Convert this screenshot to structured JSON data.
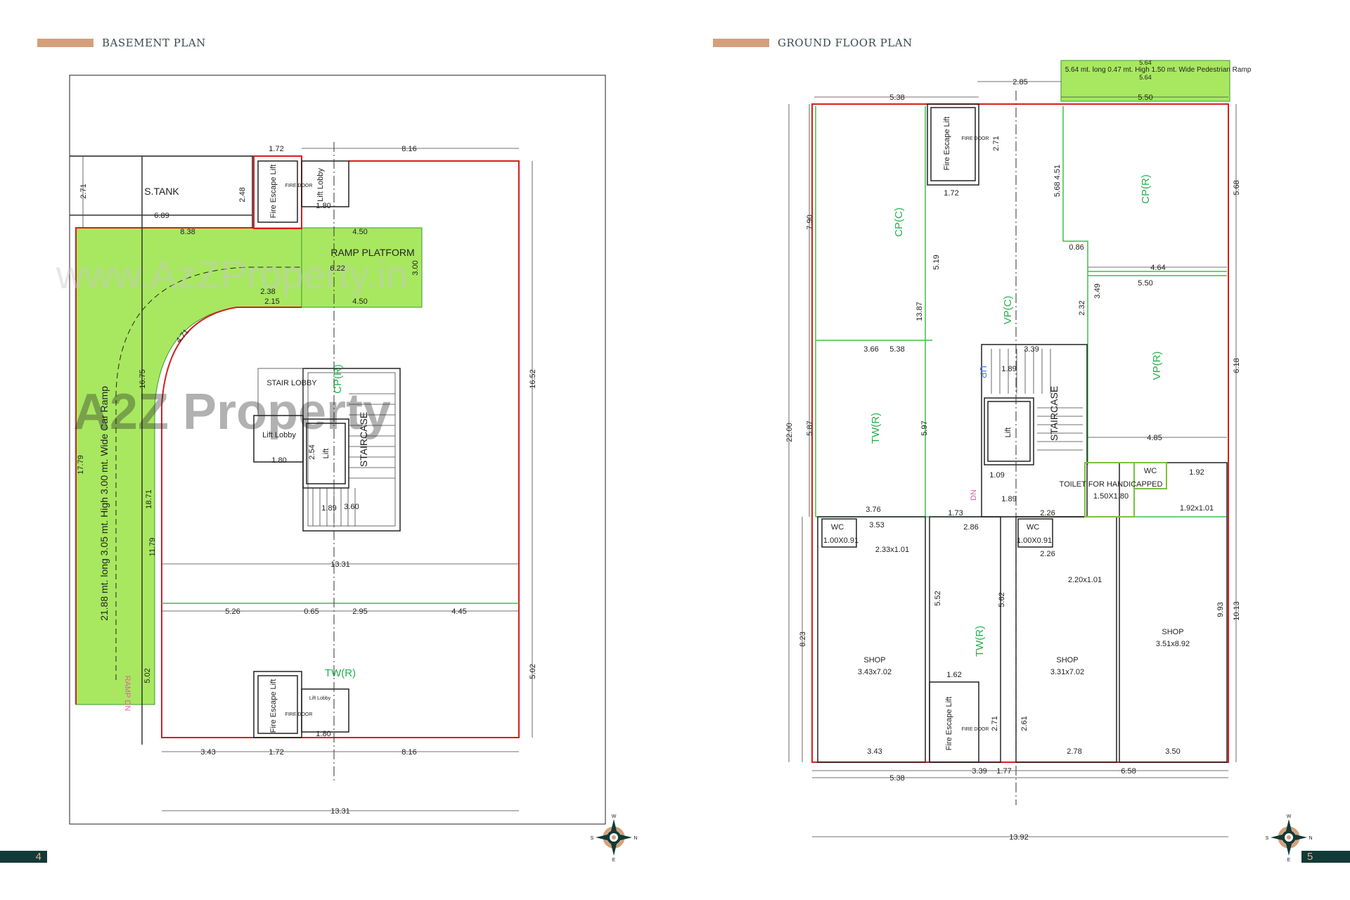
{
  "pages": {
    "left": {
      "title": "BASEMENT PLAN",
      "page_number": "4"
    },
    "right": {
      "title": "GROUND FLOOR PLAN",
      "page_number": "5"
    }
  },
  "colors": {
    "accent_bar": "#d4a07a",
    "page_tab": "#123a36",
    "wall": "#d42020",
    "green_area": "#a8e860",
    "green_label": "#22b14c"
  },
  "compass": {
    "top": "W",
    "left": "S",
    "right": "N",
    "bottom": "E"
  },
  "watermark": {
    "url": "www.AzZProperty.in",
    "brand": "A2Z Property"
  },
  "basement": {
    "labels": [
      "S.TANK",
      "2.71",
      "6.89",
      "1.72",
      "8.16",
      "2.48",
      "Fire Escape Lift",
      "Lift Lobby",
      "1.80",
      "8.38",
      "4.50",
      "RAMP PLATFORM",
      "6.22",
      "3.00",
      "2.38",
      "2.15",
      "4.50",
      "4.71",
      "STAIR LOBBY",
      "CP(R)",
      "Lift Lobby",
      "1.80",
      "Lift",
      "STAIRCASE",
      "2.54",
      "3.60",
      "1.89",
      "16.52",
      "16.75",
      "17.79",
      "21.88 mt. long 3.05 mt. High 3.00 mt. Wide Car Ramp",
      "18.71",
      "11.79",
      "13.31",
      "5.26",
      "0.65",
      "2.95",
      "4.45",
      "TW(R)",
      "5.02",
      "5.02",
      "RAMP DN",
      "Fire Escape Lift",
      "Lift Lobby",
      "1.80",
      "3.43",
      "1.72",
      "8.16",
      "13.31",
      "FIRE DOOR",
      "FIRE DOOR"
    ]
  },
  "ground": {
    "labels": [
      "2.85",
      "5.38",
      "5.50",
      "Fire Escape Lift",
      "FIRE DOOR",
      "2.71",
      "1.72",
      "5.68 4.51",
      "CP(R)",
      "5.68",
      "7.90",
      "CP(C)",
      "0.86",
      "4.64",
      "5.50",
      "5.19",
      "VP(C)",
      "13.87",
      "2.32",
      "3.49",
      "3.66",
      "5.38",
      "3.39",
      "VP(R)",
      "6.18",
      "UP",
      "1.89",
      "22.00",
      "5.87",
      "TW(R)",
      "5.97",
      "Lift",
      "STAIRCASE",
      "4.85",
      "TOILET FOR HANDICAPPED",
      "1.50X1.80",
      "WC",
      "1.92",
      "1.92x1.01",
      "1.09",
      "1.89",
      "DN",
      "3.76",
      "1.73",
      "2.86",
      "2.26",
      "WC",
      "1.00X0.91",
      "3.53",
      "2.33x1.01",
      "WC",
      "1.00X0.91",
      "2.26",
      "2.20x1.01",
      "10.13",
      "9.93",
      "SHOP",
      "3.51x8.92",
      "8.23",
      "SHOP",
      "3.43x7.02",
      "5.52",
      "5.62",
      "TW(R)",
      "SHOP",
      "3.31x7.02",
      "1.62",
      "Fire Escape Lift",
      "2.71",
      "2.61",
      "3.43",
      "2.78",
      "3.50",
      "5.38",
      "3.39",
      "1.77",
      "6.58",
      "13.92",
      "5.64 mt. long 0.47 mt. High 1.50 mt. Wide Pedestrian Ramp",
      "5.64",
      "5.64",
      "FIRE DOOR"
    ]
  }
}
